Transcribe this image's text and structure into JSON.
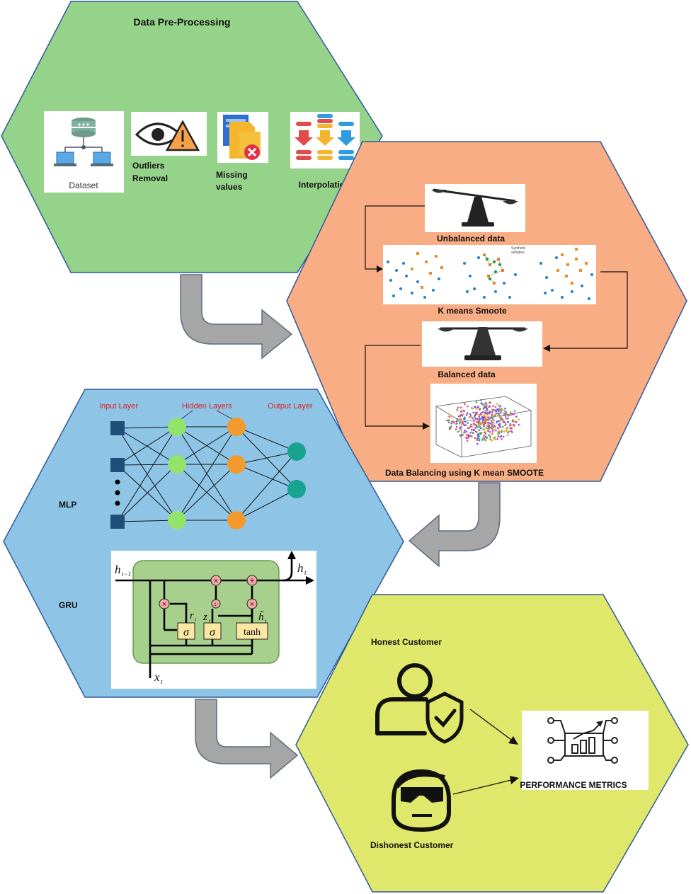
{
  "preprocessing": {
    "title": "Data  Pre-Processing",
    "dataset_label": "Dataset",
    "outliers_label_1": "Outliers",
    "outliers_label_2": "Removal",
    "missing_label_1": "Missing",
    "missing_label_2": "values",
    "interpolation_label": "Interpolation"
  },
  "balancing": {
    "unbalanced_label": "Unbalanced data",
    "kmeans_label": "K means Smoote",
    "synthetic_label_1": "Synthetic",
    "synthetic_label_2": "samples",
    "balanced_label": "Balanced data",
    "result_label": "Data Balancing using K mean SMOOTE"
  },
  "models": {
    "input_layer": "Input Layer",
    "hidden_layers": "Hidden Layers",
    "output_layer": "Output Layer",
    "mlp_label": "MLP",
    "gru_label": "GRU",
    "gru": {
      "h_prev": "h",
      "h_prev_sub": "t−1",
      "h_out": "h",
      "h_out_sub": "t",
      "x_in": "x",
      "x_in_sub": "t",
      "r": "r",
      "r_sub": "t",
      "z": "z",
      "z_sub": "t",
      "h_tilde": "h̃",
      "h_tilde_sub": "t",
      "sigma_1": "σ",
      "sigma_2": "σ",
      "tanh": "tanh",
      "times": "×",
      "plus": "+",
      "one_minus": "1-"
    }
  },
  "classification": {
    "honest_label": "Honest Customer",
    "dishonest_label": "Dishonest Customer",
    "metrics_label": "PERFORMANCE METRICS"
  },
  "colors": {
    "hex_green": "#95d28a",
    "hex_orange": "#f9ad84",
    "hex_blue": "#8ec4e6",
    "hex_yellow": "#dfe86a",
    "arrow_gray": "#a6a6a6",
    "node_input": "#1f4e79",
    "node_hidden_1": "#92e36a",
    "node_hidden_2": "#f29a2e",
    "node_output": "#17a38f",
    "gru_cell": "#a8d08d"
  }
}
